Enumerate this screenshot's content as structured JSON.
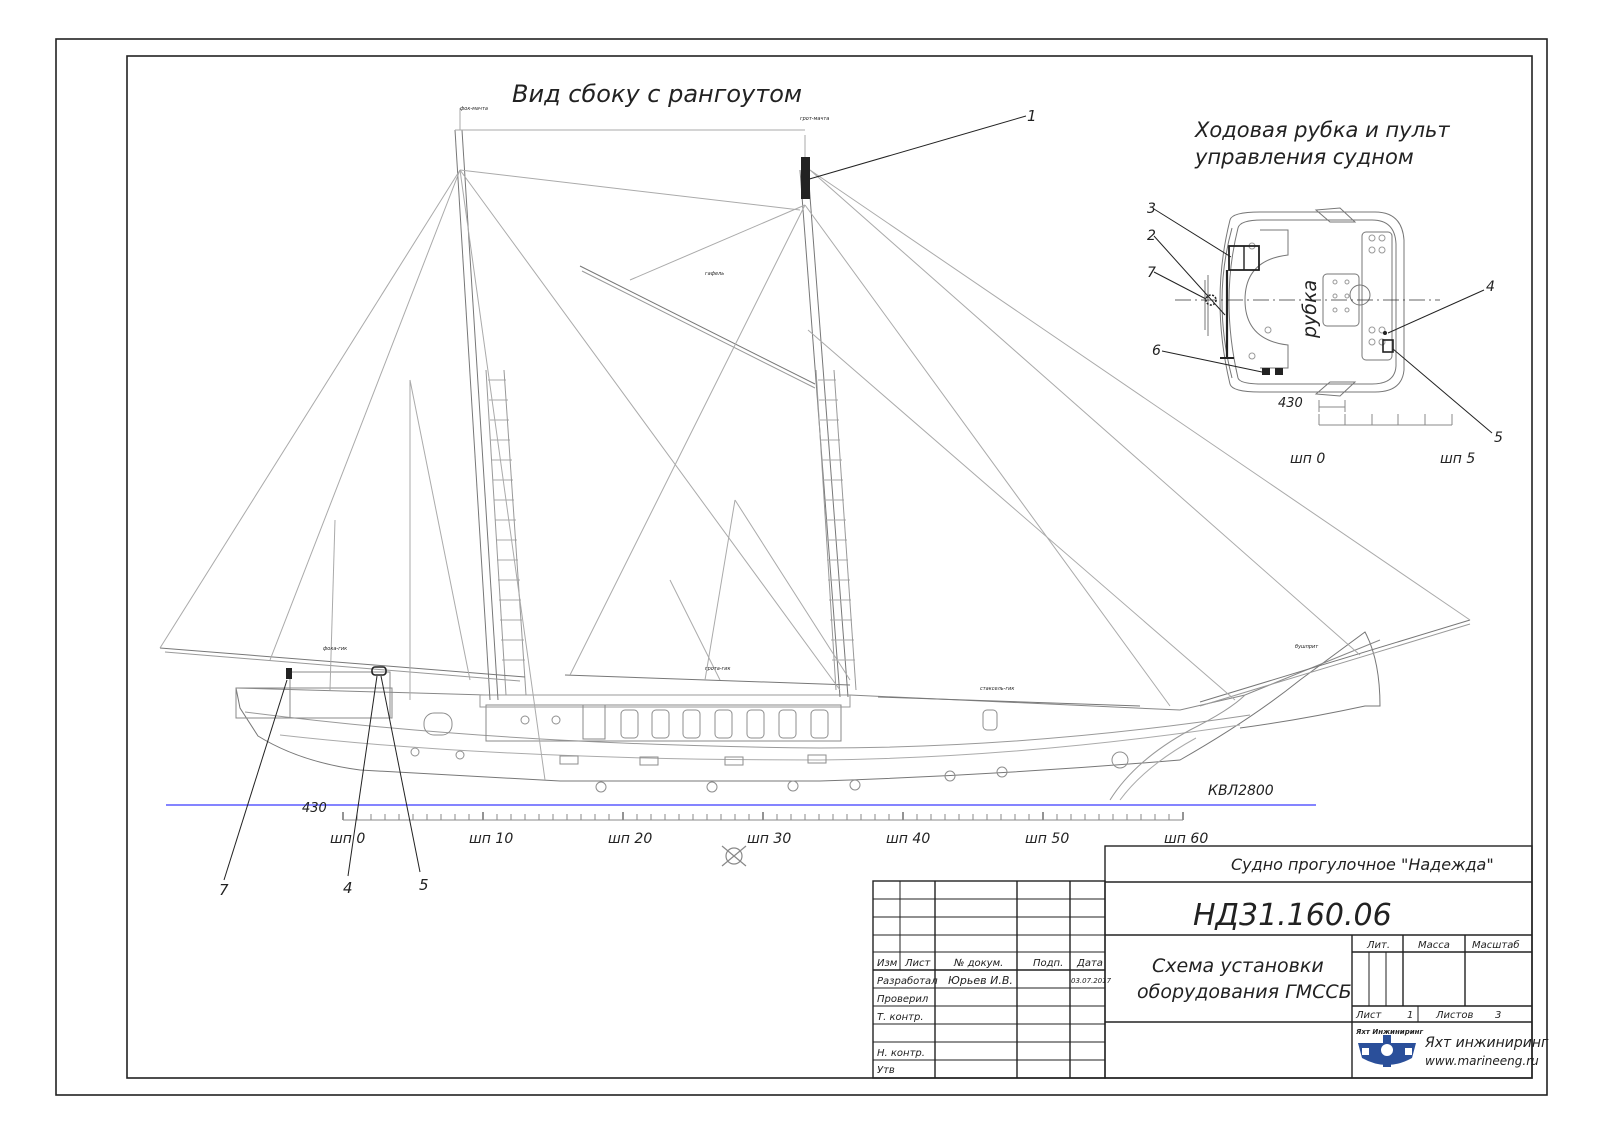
{
  "drawing": {
    "side_view_title": "Вид сбоку с рангоутом",
    "wheelhouse_title_line1": "Ходовая рубка и пульт",
    "wheelhouse_title_line2": "управления судном",
    "wheelhouse_label": "рубка",
    "waterline_label": "КВЛ2800",
    "scale_spacing_label": "430",
    "frame_labels": [
      "шп 0",
      "шп 10",
      "шп 20",
      "шп 30",
      "шп 40",
      "шп 50",
      "шп 60"
    ],
    "wheelhouse_frame_labels": [
      "шп 0",
      "шп 5"
    ],
    "callouts": [
      "1",
      "2",
      "3",
      "4",
      "5",
      "6",
      "7"
    ],
    "side_callouts": [
      "7",
      "4",
      "5"
    ],
    "rigging_labels": [
      "фок-мачта",
      "грот-мачта",
      "гафель",
      "фока-гик",
      "грота-гик",
      "стаксель-гик",
      "бушприт"
    ]
  },
  "title_block": {
    "vessel": "Судно прогулочное \"Надежда\"",
    "doc_number": "НД31.160.06",
    "doc_title_line1": "Схема установки",
    "doc_title_line2": "оборудования ГМССБ",
    "col_headers": [
      "Изм",
      "Лист",
      "№ докум.",
      "Подп.",
      "Дата"
    ],
    "rows": [
      {
        "role": "Разработал",
        "name": "Юрьев И.В.",
        "date": "03.07.2017"
      },
      {
        "role": "Проверил",
        "name": "",
        "date": ""
      },
      {
        "role": "Т. контр.",
        "name": "",
        "date": ""
      },
      {
        "role": "",
        "name": "",
        "date": ""
      },
      {
        "role": "Н. контр.",
        "name": "",
        "date": ""
      },
      {
        "role": "Утв",
        "name": "",
        "date": ""
      }
    ],
    "lit_label": "Лит.",
    "mass_label": "Масса",
    "scale_label": "Масштаб",
    "sheet_label": "Лист",
    "sheet_value": "1",
    "sheets_label": "Листов",
    "sheets_value": "3",
    "company_logo_text": "Яхт Инжиниринг",
    "company_name": "Яхт инжиниринг",
    "company_site": "www.marineeng.ru"
  },
  "colors": {
    "line": "#222222",
    "faint": "#9a9a9a",
    "waterline": "#3a3aff",
    "logo_blue": "#2a4f9a"
  }
}
